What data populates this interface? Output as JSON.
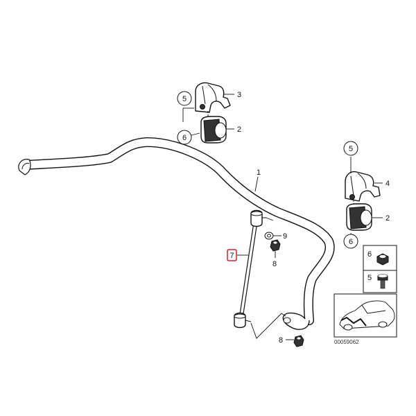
{
  "callouts": {
    "p1": "1",
    "p2a": "2",
    "p2b": "2",
    "p3": "3",
    "p4": "4",
    "p5a": "5",
    "p5b": "5",
    "p5c": "5",
    "p6a": "6",
    "p6b": "6",
    "p6c": "6",
    "p7": "7",
    "p8a": "8",
    "p8b": "8",
    "p9": "9"
  },
  "image_reference": "00059062",
  "colors": {
    "line": "#111111",
    "highlight_box": "#d0202a"
  }
}
